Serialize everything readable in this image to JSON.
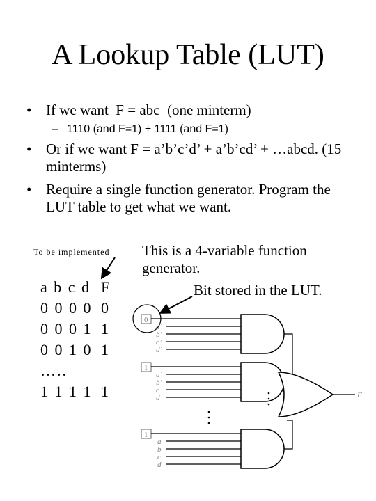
{
  "title": "A Lookup Table (LUT)",
  "bullets": {
    "b1": "If we want  F = abc  (one minterm)",
    "b1_sub": "1110 (and F=1) + 1111 (and F=1)",
    "b2": "Or if we want F = a’b’c’d’ + a’b’cd’ + …abcd. (15 minterms)",
    "b3": "Require a single function generator. Program the LUT table to get what we want."
  },
  "bullet_symbol": "•",
  "sub_bullet_symbol": "–",
  "to_implement_label": "To be implemented",
  "table": {
    "header": {
      "inputs": "a b c d",
      "output": "F"
    },
    "rows": [
      {
        "inputs": "0 0 0 0",
        "output": "0"
      },
      {
        "inputs": "0 0 0 1",
        "output": "1"
      },
      {
        "inputs": "0 0 1 0",
        "output": "1"
      },
      {
        "inputs": "…..",
        "output": ""
      },
      {
        "inputs": "1 1 1 1",
        "output": "1"
      }
    ]
  },
  "description": {
    "line1": "This is a 4-variable function",
    "line2": "generator.",
    "bit_stored": "Bit stored in the LUT."
  },
  "diagram": {
    "lut_bits": [
      "0",
      "1",
      "1"
    ],
    "gate1_inputs": [
      "a’",
      "b’",
      "c’",
      "d’"
    ],
    "gate2_inputs": [
      "a’",
      "b’",
      "c",
      "d"
    ],
    "gate3_inputs": [
      "a",
      "b",
      "c",
      "d"
    ],
    "output_label": "F",
    "ellipsis": "…"
  }
}
